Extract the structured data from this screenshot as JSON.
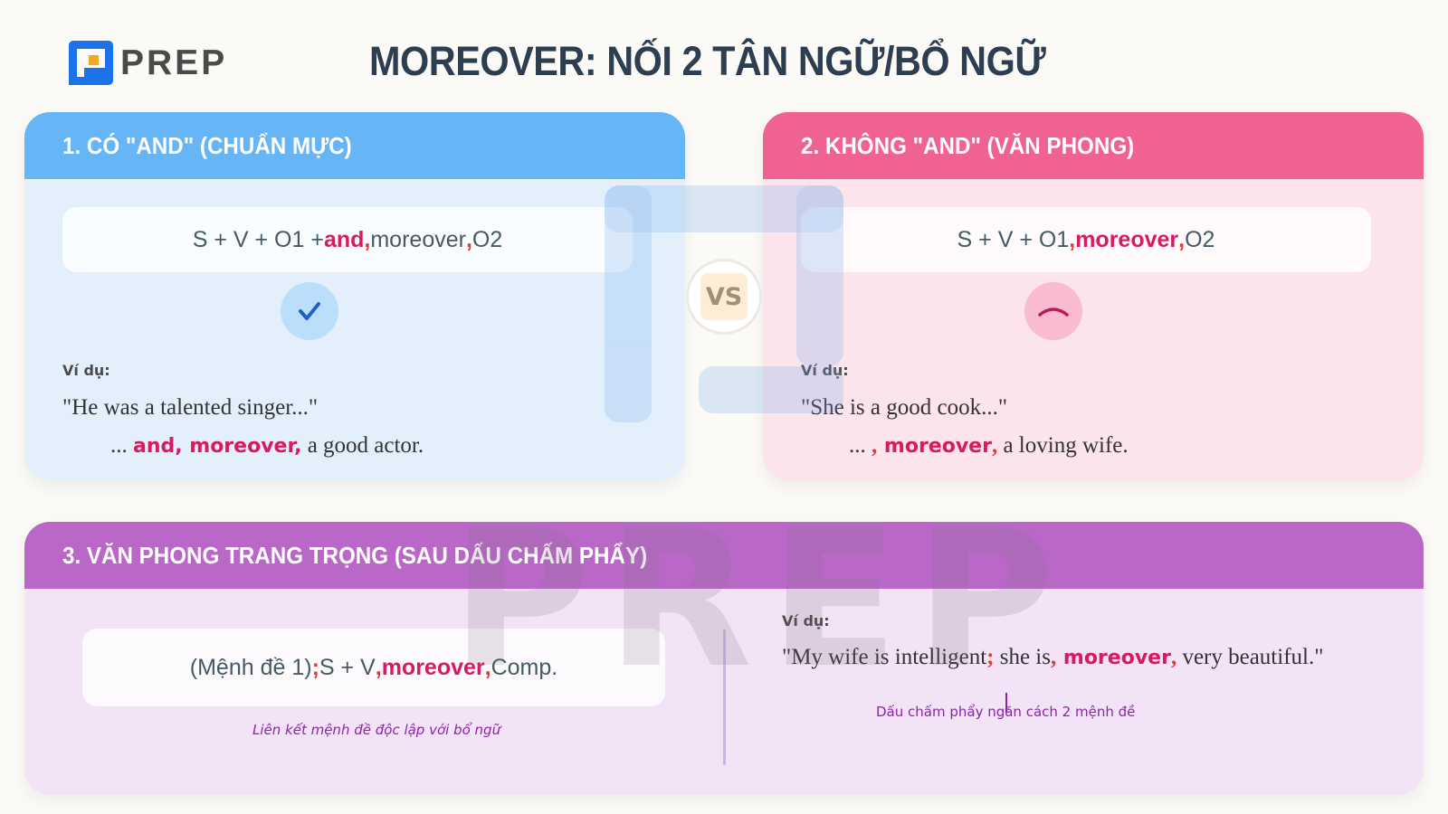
{
  "header": {
    "logo_text": "PREP",
    "title": "MOREOVER: NỐI 2 TÂN NGỮ/BỔ NGỮ"
  },
  "colors": {
    "card1_header": "#66b5f6",
    "card2_header": "#f06292",
    "card3_header": "#ba68c8",
    "highlight": "#d81b60",
    "comma_highlight": "#e53935"
  },
  "vs": {
    "label": "VS"
  },
  "card1": {
    "title": "1. CÓ \"AND\" (CHUẨN MỰC)",
    "formula": {
      "pre": "S + V + O1 + ",
      "hl1": "and",
      "c1": ",",
      "mid": " moreover",
      "c2": ",",
      "post": " O2"
    },
    "status_icon": "check-icon",
    "example_label": "Ví dụ:",
    "example_quote": "\"He was a talented singer...\"",
    "example_cont": {
      "pre": "... ",
      "hl": "and, moreover,",
      "post": " a good actor."
    }
  },
  "card2": {
    "title": "2. KHÔNG \"AND\" (VĂN PHONG)",
    "formula": {
      "pre": "S + V + O1",
      "c1": ",",
      "hl": " moreover",
      "c2": ",",
      "post": " O2"
    },
    "status_icon": "frown-icon",
    "example_label": "Ví dụ:",
    "example_quote": "\"She is a good cook...\"",
    "example_cont": {
      "pre": "... ",
      "c1": ",",
      "hl": " moreover",
      "c2": ",",
      "post": " a loving wife."
    }
  },
  "card3": {
    "title": "3. VĂN PHONG TRANG TRỌNG (SAU DẤU CHẤM PHẨY)",
    "formula": {
      "pre": "(Mệnh đề 1)",
      "semi": ";",
      "mid": " S + V",
      "c1": ",",
      "hl": " moreover",
      "c2": ",",
      "post": " Comp."
    },
    "formula_caption": "Liên kết mệnh đề độc lập với bổ ngữ",
    "example_label": "Ví dụ:",
    "example": {
      "pre": "\"My wife is intelligent",
      "semi": ";",
      "mid": " she is",
      "c1": ",",
      "hl": " moreover",
      "c2": ",",
      "post": " very beautiful.\""
    },
    "example_caption": "Dấu chấm phẩy ngăn cách 2 mệnh đề"
  },
  "watermark": {
    "text": "PREP"
  }
}
